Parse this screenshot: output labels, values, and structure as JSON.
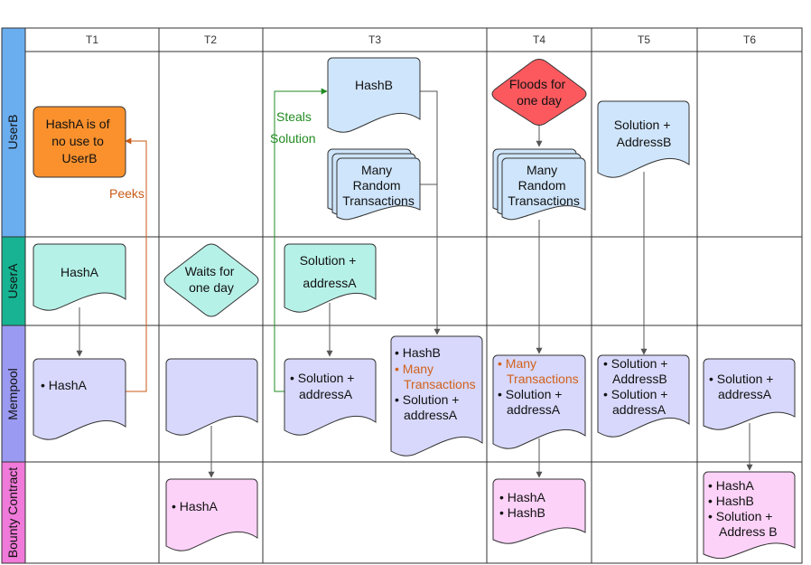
{
  "columns": [
    "T1",
    "T2",
    "T3",
    "T4",
    "T5",
    "T6"
  ],
  "lanes": [
    {
      "label": "UserB",
      "color": "#6aaef0"
    },
    {
      "label": "UserA",
      "color": "#17b392"
    },
    {
      "label": "Mempool",
      "color": "#9b9af2"
    },
    {
      "label": "Bounty Contract",
      "color": "#f07ad9"
    }
  ],
  "colors": {
    "orange_fill": "#fa912d",
    "blue_fill": "#cfe5fb",
    "teal_fill": "#b6f1e8",
    "lavender_fill": "#d7d8fb",
    "pink_fill": "#fcd2f8",
    "red_fill": "#fb595e",
    "peek_arrow": "#c95a16",
    "steal_arrow": "#228b22",
    "highlight_text": "#d2611c"
  },
  "labels": {
    "peeks": "Peeks",
    "steals": "Steals",
    "solution": "Solution"
  },
  "nodes": {
    "t1_userb": [
      "HashA is of",
      "no use to",
      "UserB"
    ],
    "t1_usera": [
      "HashA"
    ],
    "t1_mempool": [
      "HashA"
    ],
    "t2_usera": [
      "Waits for",
      "one day"
    ],
    "t2_bounty": [
      "HashA"
    ],
    "t3_userb_hash": [
      "HashB"
    ],
    "t3_userb_many": [
      "Many",
      "Random",
      "Transactions"
    ],
    "t3_usera": [
      "Solution +",
      "addressA"
    ],
    "t3_mempool_a": [
      "Solution +",
      "addressA"
    ],
    "t3_mempool_b_1": "HashB",
    "t3_mempool_b_2": [
      "Many",
      "Transactions"
    ],
    "t3_mempool_b_3": [
      "Solution +",
      "addressA"
    ],
    "t4_userb_flood": [
      "Floods for",
      "one day"
    ],
    "t4_userb_many": [
      "Many",
      "Random",
      "Transactions"
    ],
    "t4_mempool_1": [
      "Many",
      "Transactions"
    ],
    "t4_mempool_2": [
      "Solution +",
      "addressA"
    ],
    "t4_bounty": [
      "HashA",
      "HashB"
    ],
    "t5_userb": [
      "Solution +",
      "AddressB"
    ],
    "t5_mempool_1": [
      "Solution +",
      "AddressB"
    ],
    "t5_mempool_2": [
      "Solution +",
      "addressA"
    ],
    "t6_mempool": [
      "Solution +",
      "addressA"
    ],
    "t6_bounty": [
      "HashA",
      "HashB",
      "Solution +",
      "Address B"
    ]
  }
}
